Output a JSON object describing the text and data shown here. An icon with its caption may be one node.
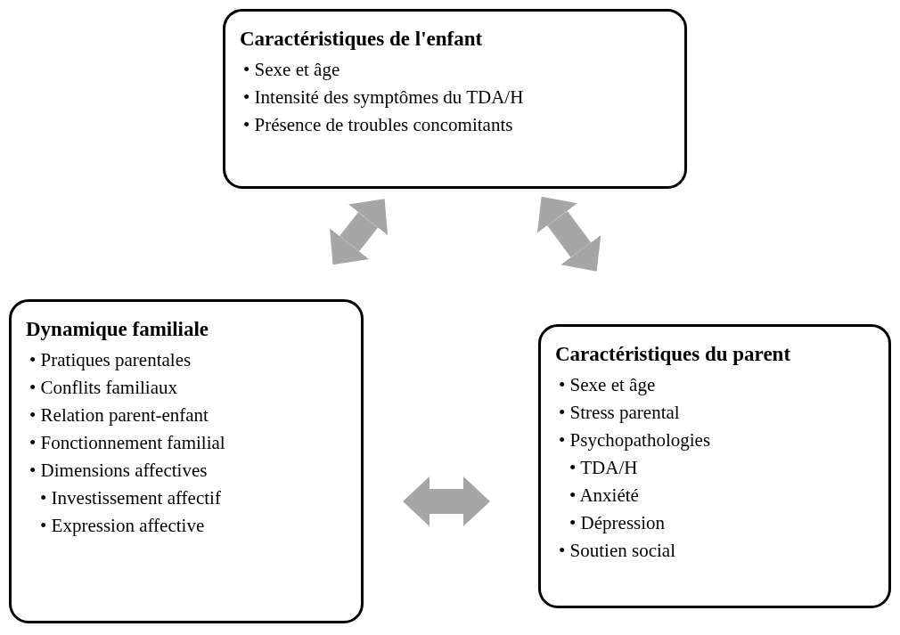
{
  "diagram": {
    "nodes": [
      {
        "text": [
          "Caractéristiques de l'enfant",
          "• Sexe et âge",
          "• Intensité des symptômes du TDA/H",
          "• Présence de troubles concomitants"
        ]
      },
      {
        "text": [
          "Dynamique familiale",
          "• Pratiques parentales",
          "• Conflits familiaux",
          "• Relation parent-enfant",
          "• Fonctionnement familial",
          "• Dimensions affectives",
          "• Investissement affectif",
          "• Expression affective"
        ]
      },
      {
        "text": [
          "Caractéristiques du parent",
          "• Sexe et âge",
          "• Stress parental",
          "• Psychopathologies",
          "• TDA/H",
          "• Anxiété",
          "• Dépression",
          "• Soutien social"
        ]
      }
    ],
    "edges": [
      {
        "from": 0,
        "to": 1,
        "arrow": "both"
      },
      {
        "from": 0,
        "to": 2,
        "arrow": "both"
      },
      {
        "from": 1,
        "to": 2,
        "arrow": "both"
      }
    ]
  }
}
